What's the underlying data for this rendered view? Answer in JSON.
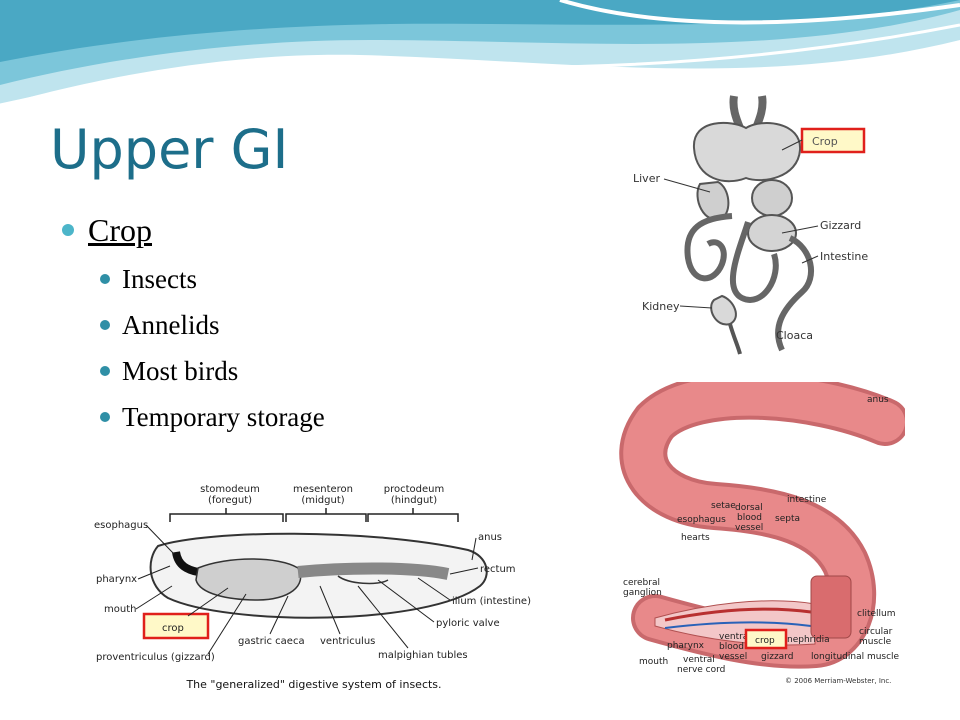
{
  "slide": {
    "title": "Upper GI",
    "bullets": [
      {
        "text": "Crop",
        "sub": [
          "Insects",
          "Annelids",
          "Most birds",
          "Temporary storage"
        ]
      }
    ]
  },
  "bird_figure": {
    "labels": {
      "crop": "Crop",
      "liver": "Liver",
      "gizzard": "Gizzard",
      "intestine": "Intestine",
      "kidney": "Kidney",
      "cloaca": "Cloaca"
    },
    "highlight_color": "#e0201b",
    "highlight_fill": "#fff9c8"
  },
  "insect_figure": {
    "labels": {
      "stomodeum": "stomodeum",
      "foregut": "(foregut)",
      "mesenteron": "mesenteron",
      "midgut": "(midgut)",
      "proctodeum": "proctodeum",
      "hindgut": "(hindgut)",
      "esophagus": "esophagus",
      "pharynx": "pharynx",
      "mouth": "mouth",
      "crop": "crop",
      "proventriculus": "proventriculus (gizzard)",
      "gastric_caeca": "gastric caeca",
      "ventriculus": "ventriculus",
      "malpighian": "malpighian tubles",
      "pyloric": "pyloric valve",
      "ilium": "ilium (intestine)",
      "rectum": "rectum",
      "anus": "anus"
    },
    "caption": "The \"generalized\" digestive system of insects."
  },
  "worm_figure": {
    "labels": {
      "anus": "anus",
      "setae": "setae",
      "dorsal": "dorsal",
      "blood": "blood",
      "vessel": "vessel",
      "intestine": "intestine",
      "esophagus": "esophagus",
      "hearts": "hearts",
      "septa": "septa",
      "cerebral": "cerebral",
      "ganglion": "ganglion",
      "clitellum": "clitellum",
      "circular": "circular",
      "muscle": "muscle",
      "mouth": "mouth",
      "pharynx": "pharynx",
      "ventral_trunc": "ventra",
      "blood_trunc": "blood",
      "vessel2": "vessel",
      "crop": "crop",
      "nephridia": "nephridia",
      "ventral": "ventral",
      "nerve_cord": "nerve cord",
      "gizzard": "gizzard",
      "longitudinal": "longitudinal muscle"
    },
    "copyright": "© 2006 Merriam-Webster, Inc.",
    "body_color": "#e8898a"
  }
}
